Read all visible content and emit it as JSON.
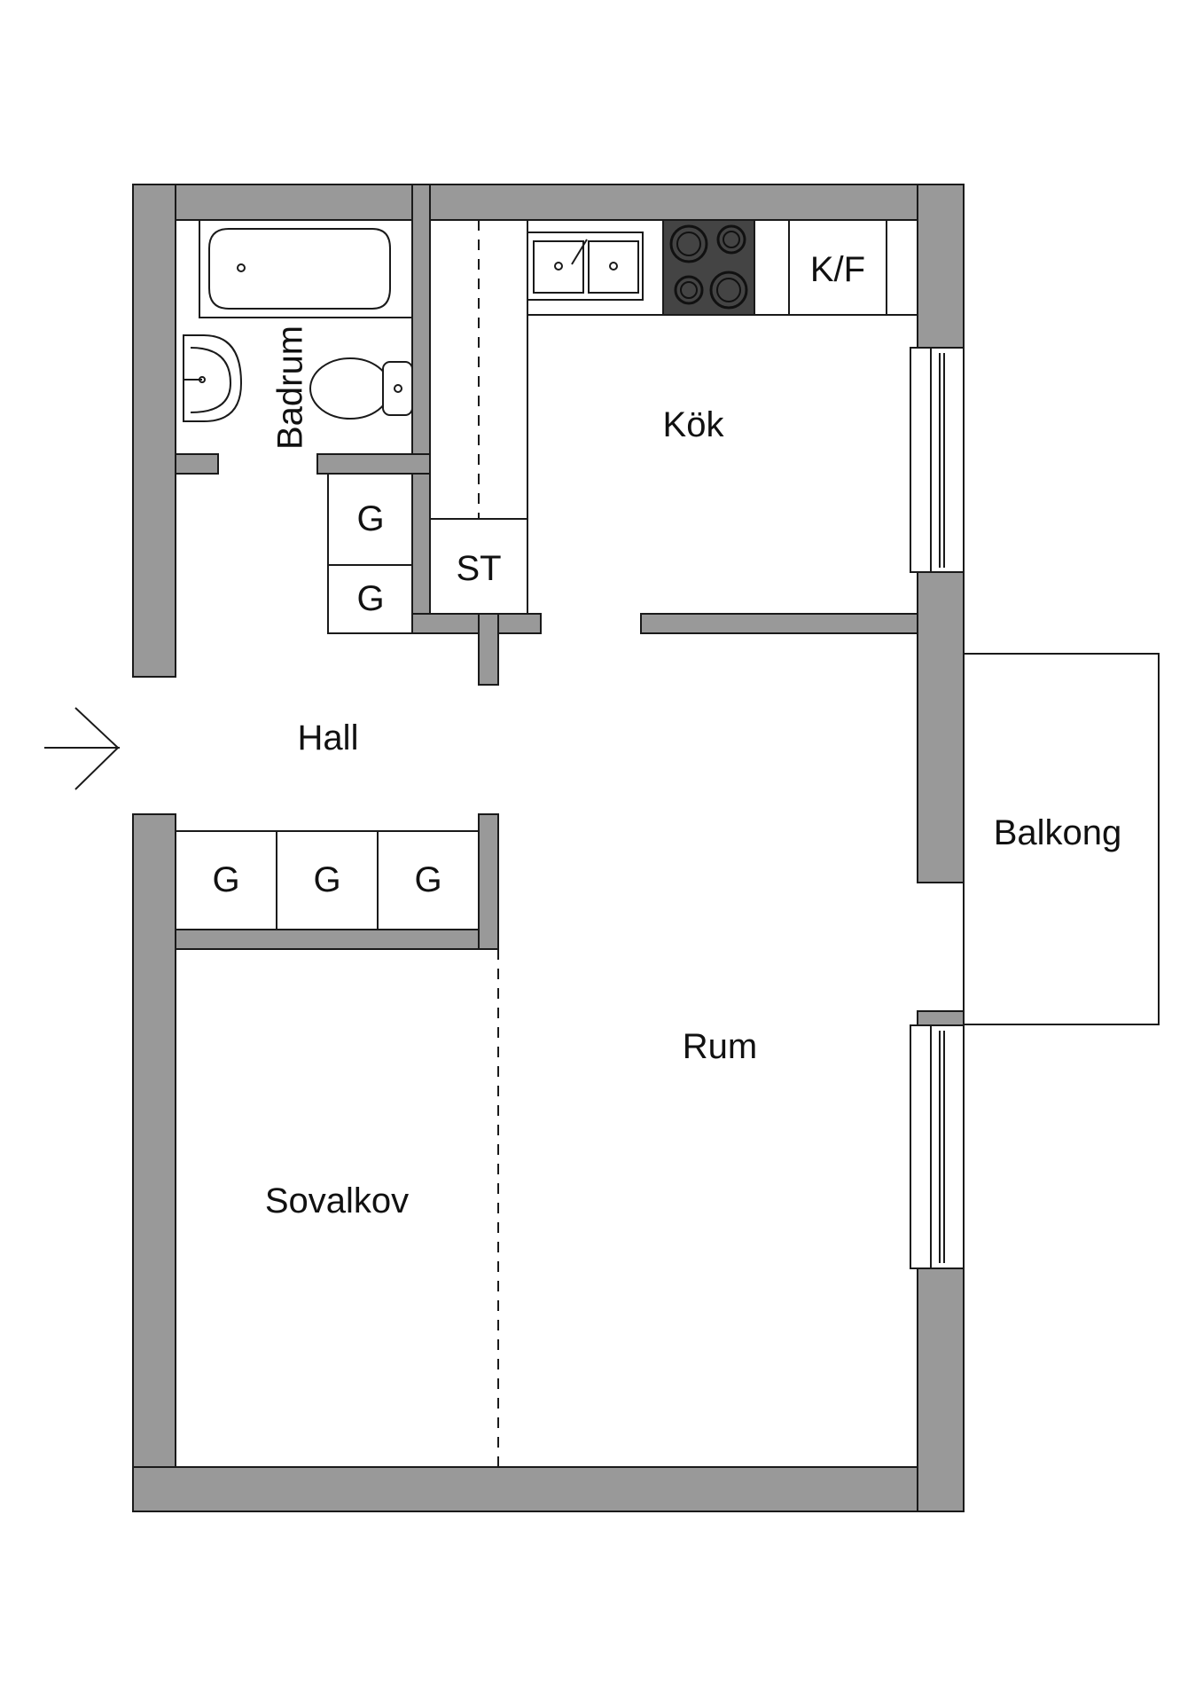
{
  "rooms": {
    "badrum": "Badrum",
    "kok": "Kök",
    "hall": "Hall",
    "balkong": "Balkong",
    "rum": "Rum",
    "sovalkov": "Sovalkov"
  },
  "fixtures": {
    "kf": "K/F",
    "st": "ST",
    "g": "G"
  },
  "colors": {
    "wall": "#999999",
    "line": "#1a1a1a",
    "stove": "#444444"
  }
}
